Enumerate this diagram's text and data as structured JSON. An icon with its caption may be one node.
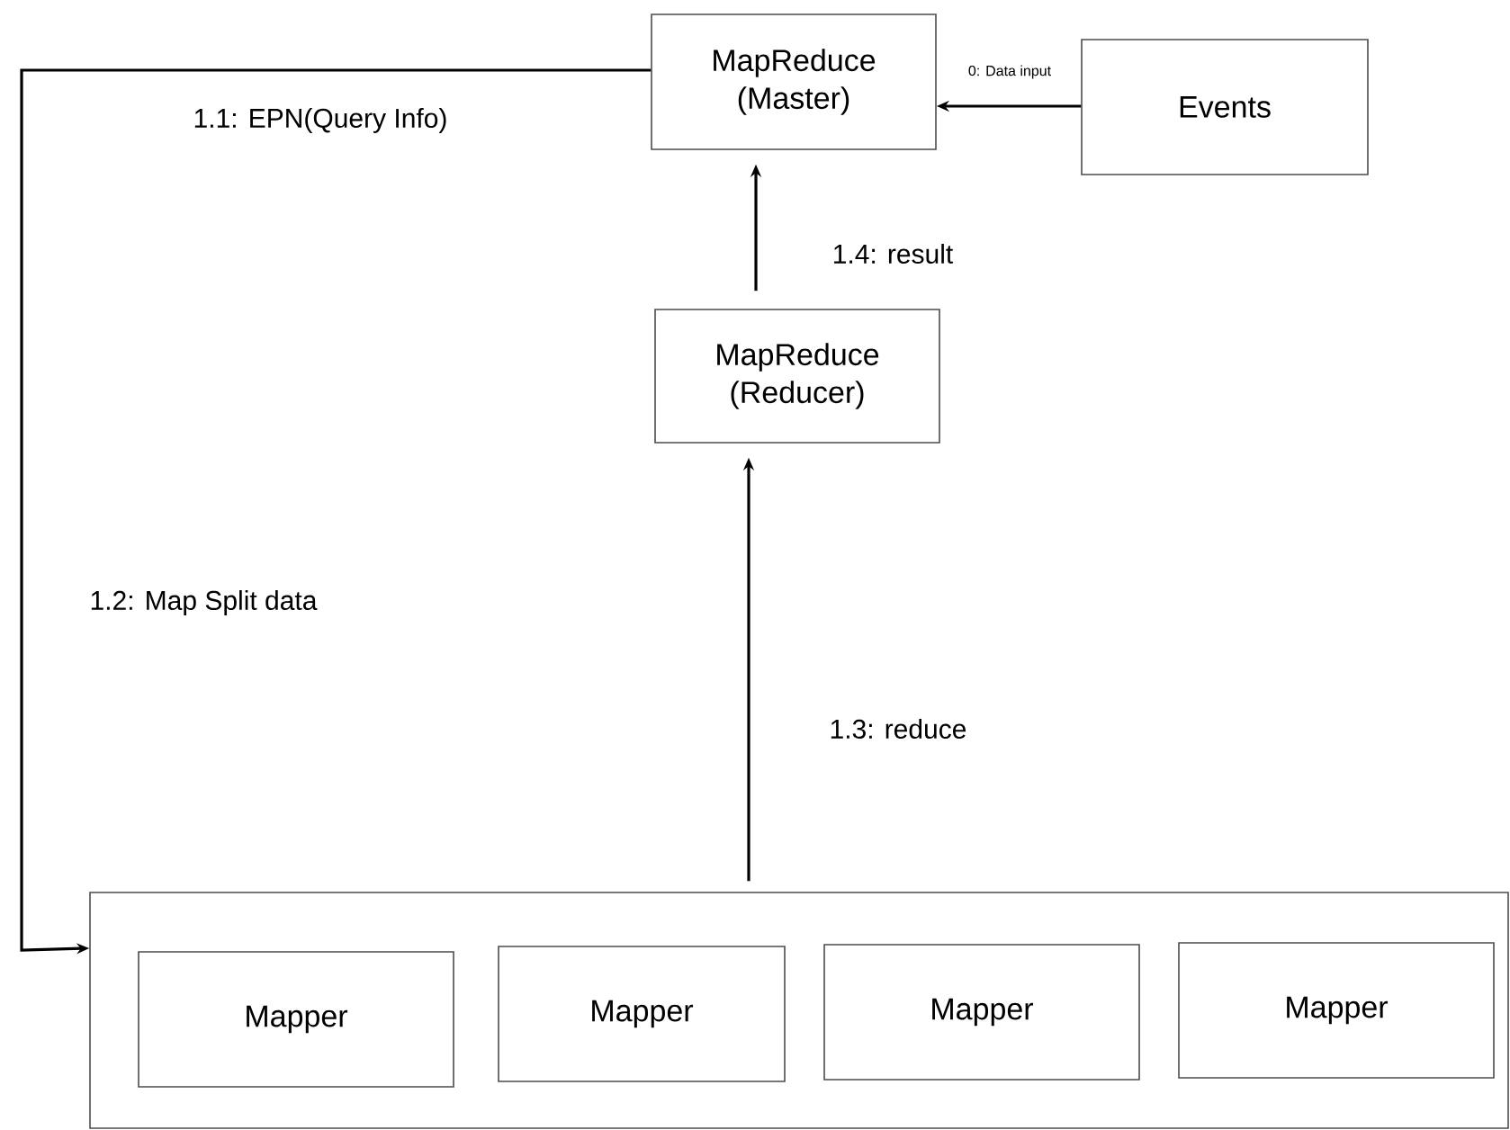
{
  "diagram": {
    "nodes": [
      {
        "text": [
          "MapReduce (Master)"
        ]
      },
      {
        "text": [
          "Events"
        ]
      },
      {
        "text": [
          "MapReduce (Reducer)"
        ]
      },
      {
        "text": [],
        "shape": "box"
      },
      {
        "text": [
          "Mapper"
        ],
        "in": 3
      },
      {
        "text": [
          "Mapper"
        ],
        "in": 3
      },
      {
        "text": [
          "Mapper"
        ],
        "in": 3
      },
      {
        "text": [
          "Mapper"
        ],
        "in": 3
      }
    ],
    "edges": [
      {
        "from": 1,
        "to": 0,
        "arrow": "to",
        "label": "0: Data input"
      },
      {
        "from": 0,
        "to": 3,
        "arrow": "to",
        "label": "1.1: EPN(Query Info)"
      },
      {
        "from": 3,
        "to": 2,
        "arrow": "to",
        "label": "1.3: reduce"
      },
      {
        "from": 2,
        "to": 0,
        "arrow": "to",
        "label": "1.4: result"
      }
    ],
    "labels": [
      "1.2: Map Split data"
    ]
  }
}
